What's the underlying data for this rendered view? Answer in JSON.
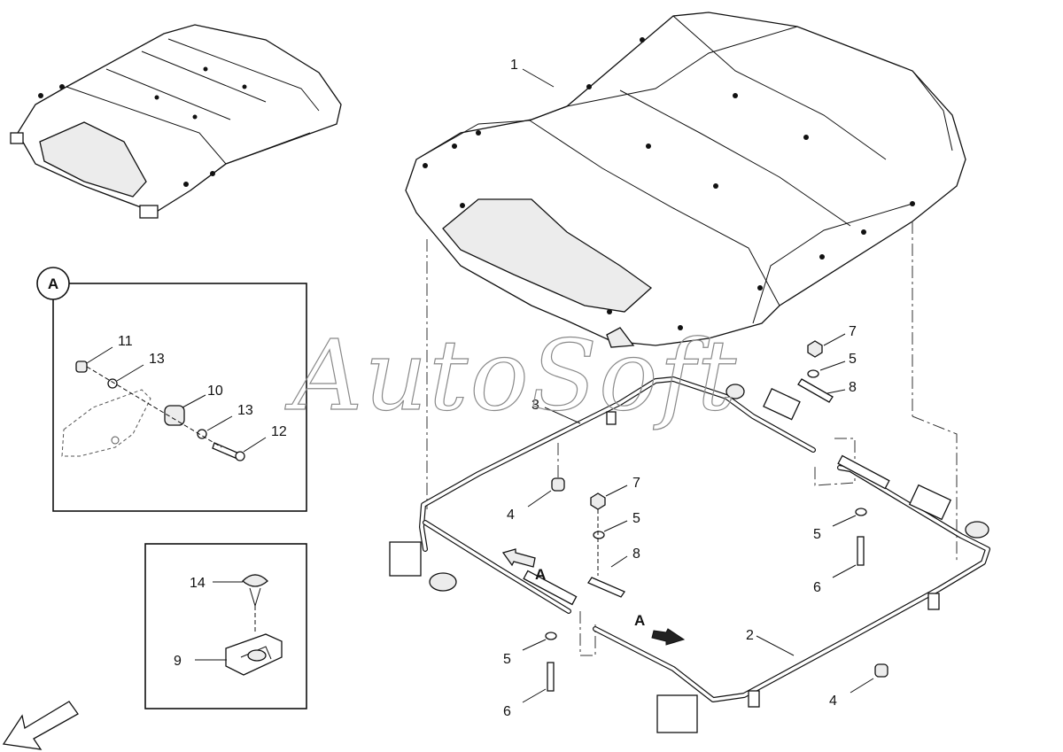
{
  "watermark": "AutoSoft",
  "detail_label": "A",
  "view_arrow_labels": [
    "A",
    "A"
  ],
  "callouts": {
    "c1": "1",
    "c2": "2",
    "c3": "3",
    "c4a": "4",
    "c4b": "4",
    "c5a": "5",
    "c5b": "5",
    "c5c": "5",
    "c5d": "5",
    "c6a": "6",
    "c6b": "6",
    "c7a": "7",
    "c7b": "7",
    "c8a": "8",
    "c8b": "8",
    "c9": "9",
    "c10": "10",
    "c11": "11",
    "c12": "12",
    "c13a": "13",
    "c13b": "13",
    "c14": "14"
  },
  "icons": [
    "orientation-arrow-icon",
    "view-arrow-icon"
  ]
}
